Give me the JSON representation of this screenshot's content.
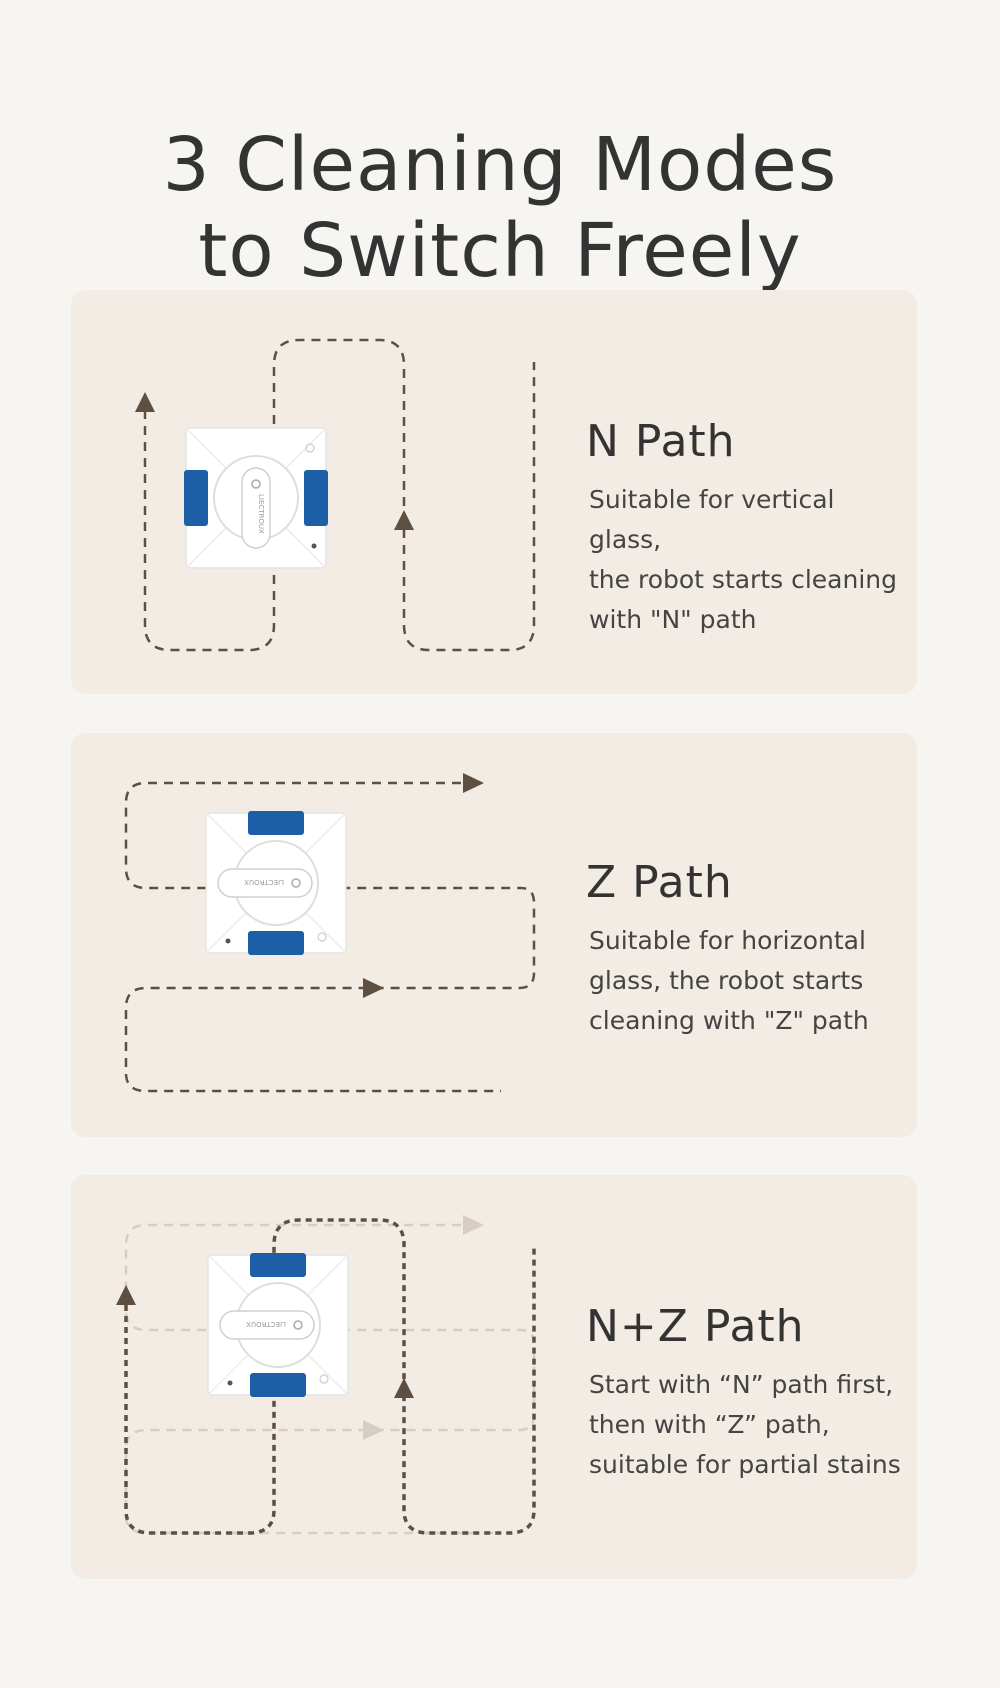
{
  "title": {
    "line1": "3 Cleaning Modes",
    "line2": "to Switch Freely"
  },
  "brand_text": "LIECTROUX",
  "colors": {
    "background": "#f6f5f1",
    "card": "#f3ece4",
    "path": "#5d5043",
    "path_faded": "#d6cec5",
    "robot_body": "#ffffff",
    "robot_pad": "#1c5fa6"
  },
  "modes": [
    {
      "title": "N Path",
      "description": [
        "Suitable for vertical glass,",
        "the robot starts cleaning",
        "with \"N\" path"
      ]
    },
    {
      "title": "Z Path",
      "description": [
        "Suitable for horizontal",
        "glass, the robot starts",
        "cleaning with \"Z\" path"
      ]
    },
    {
      "title": "N+Z Path",
      "description": [
        "Start with “N” path first,",
        "then with “Z” path,",
        "suitable for partial stains"
      ]
    }
  ]
}
